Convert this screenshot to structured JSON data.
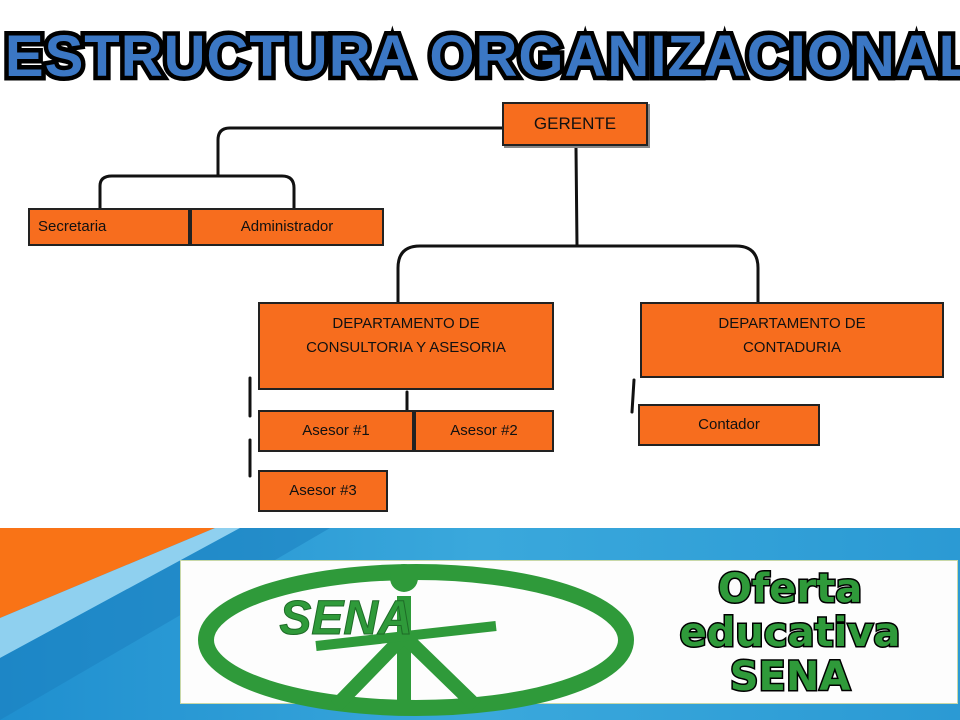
{
  "title": "ESTRUCTURA ORGANIZACIONAL",
  "org": {
    "gerente": "GERENTE",
    "secretaria": "Secretaria",
    "administrador": "Administrador",
    "dept_consultoria": "DEPARTAMENTO DE CONSULTORIA Y ASESORIA",
    "dept_contaduria": "DEPARTAMENTO DE CONTADURIA",
    "asesor1": "Asesor #1",
    "asesor2": "Asesor #2",
    "asesor3": "Asesor #3",
    "contador": "Contador"
  },
  "logo": {
    "sena": "SENA",
    "line1": "Oferta",
    "line2": "educativa",
    "line3": "SENA"
  },
  "colors": {
    "box": "#f76d1e",
    "banner_blue": "#2f9fd6",
    "banner_orange": "#f97316",
    "sena_green": "#2f9a3a",
    "title_blue": "#2b6bb8"
  }
}
